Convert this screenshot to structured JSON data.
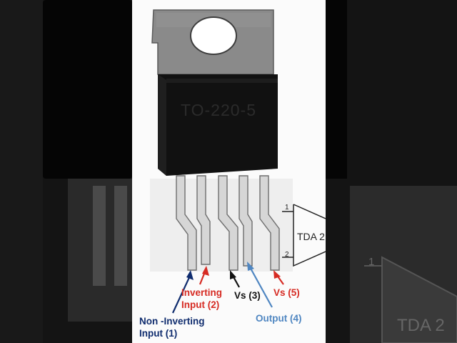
{
  "package": {
    "marking": "TO-220-5"
  },
  "side_symbol": {
    "chip": "TDA 2",
    "pin_top": "1",
    "pin_bottom": "2"
  },
  "right_blur": {
    "chip": "TDA 2",
    "pin": "1"
  },
  "pins": [
    {
      "text": "Non -Inverting",
      "text2": "Input (1)"
    },
    {
      "text": "Inverting",
      "text2": "Input (2)"
    },
    {
      "text": "Vs (3)"
    },
    {
      "text": "Output (4)"
    },
    {
      "text": "Vs (5)"
    }
  ],
  "colors": {
    "non_inverting": "#0f2c6e",
    "inverting": "#d62b23",
    "vs3": "#111111",
    "output": "#4f86c1",
    "vs5": "#d62b23"
  }
}
